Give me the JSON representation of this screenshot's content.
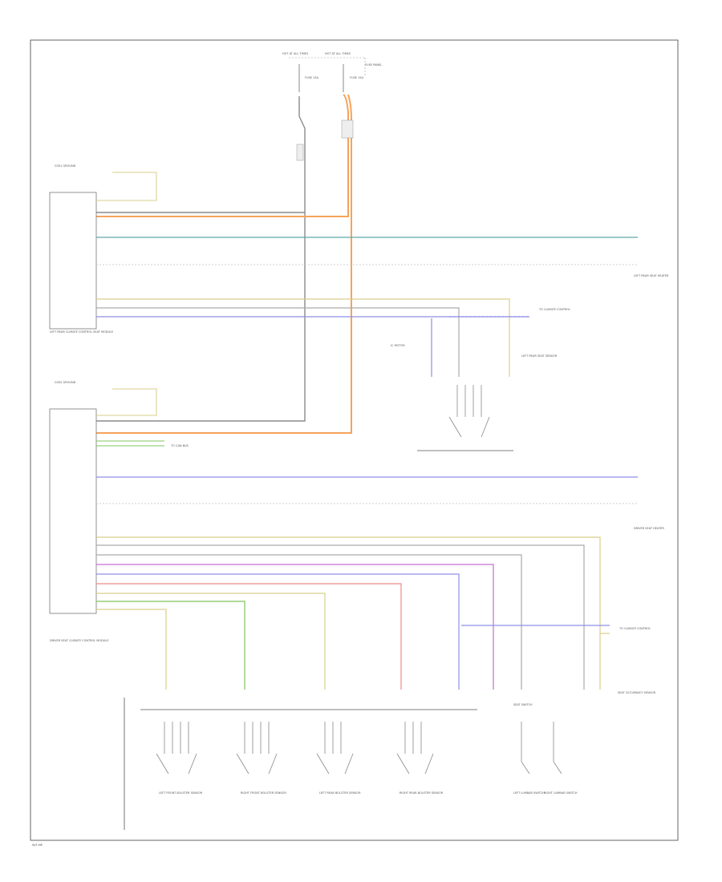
{
  "colors": {
    "gray": "#8a8a8a",
    "orange": "#f6a35a",
    "teal": "#5fa9a2",
    "violet": "#8f8fe6",
    "green": "#7fc45c",
    "yellow": "#d8cf8a",
    "pink": "#ef8a8a",
    "purple": "#c46fd0",
    "light_gray": "#cfcfcf",
    "frame": "#666666"
  },
  "labels": {
    "fuse_top_left": "HOT AT ALL TIMES",
    "fuse_top_right": "HOT AT ALL TIMES",
    "fuse_panel": "FUSE PANEL",
    "fuse_a": "FUSE 15A",
    "fuse_b": "FUSE 15A",
    "ground_top": "G301 GROUND",
    "ground_bottom": "G302 GROUND",
    "left_module": "LEFT REAR CLIMATE CONTROL SEAT MODULE",
    "driver_module": "DRIVER SEAT CLIMATE CONTROL MODULE",
    "left_rear_seat_heater": "LEFT REAR SEAT HEATER",
    "driver_seat_heater": "DRIVER SEAT HEATER",
    "left_rear_sensor": "LEFT REAR SEAT SENSOR",
    "ic_motor": "IC MOTOR",
    "to_climate_top": "TO CLIMATE CONTROL",
    "to_climate_bottom": "TO CLIMATE CONTROL",
    "to_can": "TO CAN BUS",
    "seat_switch": "SEAT SWITCH",
    "left_front_bolster": "LEFT FRONT BOLSTER SENSOR",
    "right_front_bolster": "RIGHT FRONT BOLSTER SENSOR",
    "left_rear_bolster": "LEFT REAR BOLSTER SENSOR",
    "right_rear_bolster": "RIGHT REAR BOLSTER SENSOR",
    "left_lumbar": "LEFT LUMBAR SWITCH",
    "right_lumbar": "RIGHT LUMBAR SWITCH",
    "seat_occupancy": "SEAT OCCUPANCY SENSOR",
    "footer": "W/F-ME"
  }
}
